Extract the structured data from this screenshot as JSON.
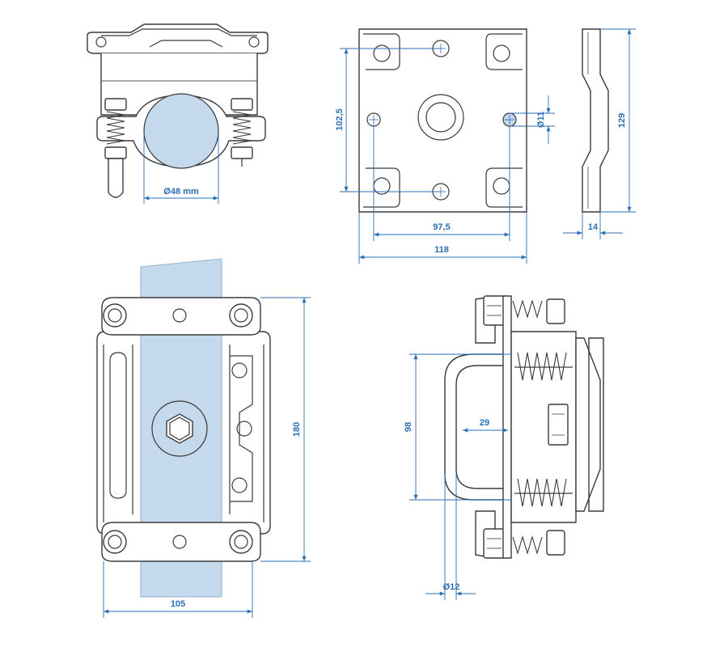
{
  "dimensions": {
    "tube_diameter": "Ø48 mm",
    "plate_hole_spacing_vertical": "102,5",
    "hole_diameter": "Ø11",
    "plate_height": "129",
    "plate_hole_spacing_horizontal": "97,5",
    "plate_width": "118",
    "plate_thickness": "14",
    "clamp_length": "180",
    "clamp_width": "105",
    "bracket_height": "98",
    "bracket_depth": "29",
    "rod_diameter": "Ø12"
  },
  "colors": {
    "dimension_lines": "#2b6fb5",
    "tube_fill": "#c5d9ec",
    "part_outline": "#3a3a3a"
  }
}
